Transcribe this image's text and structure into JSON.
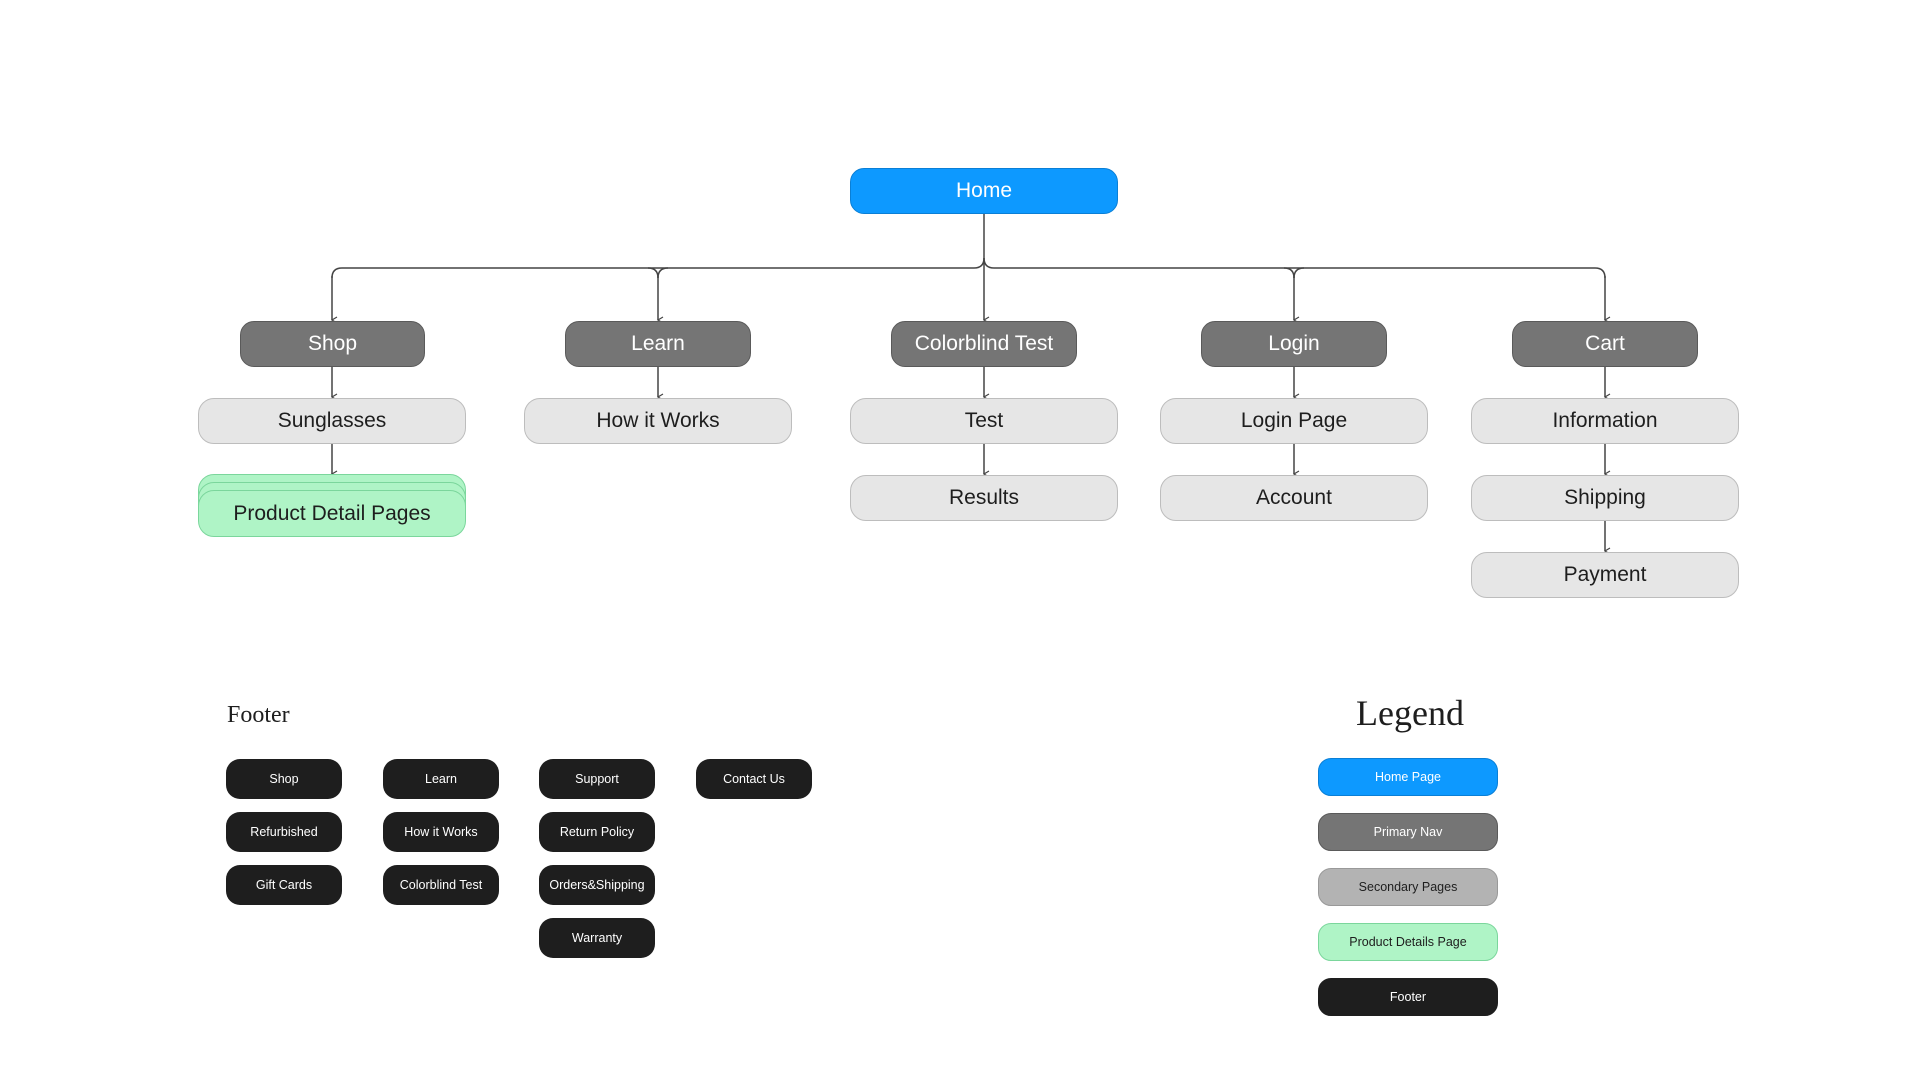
{
  "sitemap": {
    "home": "Home",
    "primary_nav": [
      "Shop",
      "Learn",
      "Colorblind Test",
      "Login",
      "Cart"
    ],
    "shop": {
      "sub": "Sunglasses",
      "detail": "Product Detail Pages"
    },
    "learn": {
      "sub": "How it Works"
    },
    "colorblind_test": {
      "sub": [
        "Test",
        "Results"
      ]
    },
    "login": {
      "sub": [
        "Login Page",
        "Account"
      ]
    },
    "cart": {
      "sub": [
        "Information",
        "Shipping",
        "Payment"
      ]
    }
  },
  "footer": {
    "title": "Footer",
    "columns": [
      [
        "Shop",
        "Refurbished",
        "Gift Cards"
      ],
      [
        "Learn",
        "How it Works",
        "Colorblind Test"
      ],
      [
        "Support",
        "Return Policy",
        "Orders&Shipping",
        "Warranty"
      ],
      [
        "Contact Us"
      ]
    ]
  },
  "legend": {
    "title": "Legend",
    "items": [
      "Home Page",
      "Primary Nav",
      "Secondary Pages",
      "Product Details Page",
      "Footer"
    ]
  },
  "colors": {
    "home": "#0d99ff",
    "primary_nav": "#757575",
    "secondary": "#e6e6e6",
    "product_detail": "#aff4c6",
    "footer": "#1e1e1e"
  }
}
